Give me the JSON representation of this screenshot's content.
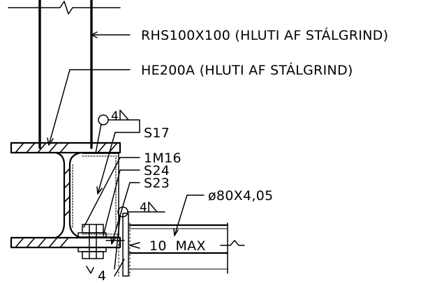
{
  "labels": {
    "rhs": "RHS100X100 (HLUTI AF STÁLGRIND)",
    "he": "HE200A (HLUTI AF STÁLGRIND)",
    "s17": "S17",
    "m16": "1M16",
    "s24": "S24",
    "s23": "S23",
    "pipe": "ø80X4,05",
    "max": "10  MAX",
    "weld_top": "4",
    "weld_mid": "4",
    "weld_bottom": "4"
  },
  "icons": {
    "weld_symbol": "fillet-weld-triangle",
    "break_line": "zigzag-break"
  }
}
